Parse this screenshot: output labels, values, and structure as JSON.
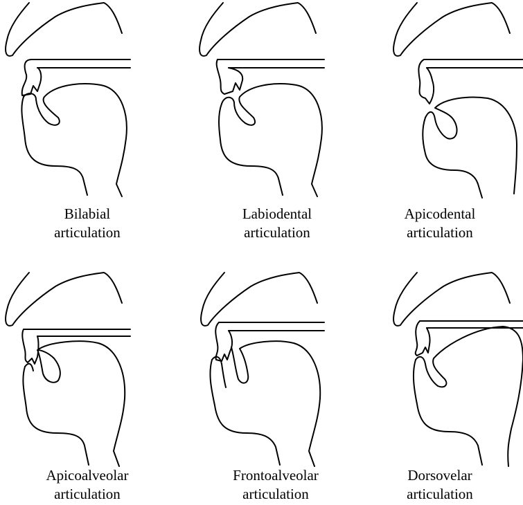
{
  "panels": [
    {
      "line1": "Bilabial",
      "line2": "articulation"
    },
    {
      "line1": "Labiodental",
      "line2": "articulation"
    },
    {
      "line1": "Apicodental",
      "line2": "articulation"
    },
    {
      "line1": "Apicoalveolar",
      "line2": "articulation"
    },
    {
      "line1": "Frontoalveolar",
      "line2": "articulation"
    },
    {
      "line1": "Dorsovelar",
      "line2": "articulation"
    }
  ]
}
